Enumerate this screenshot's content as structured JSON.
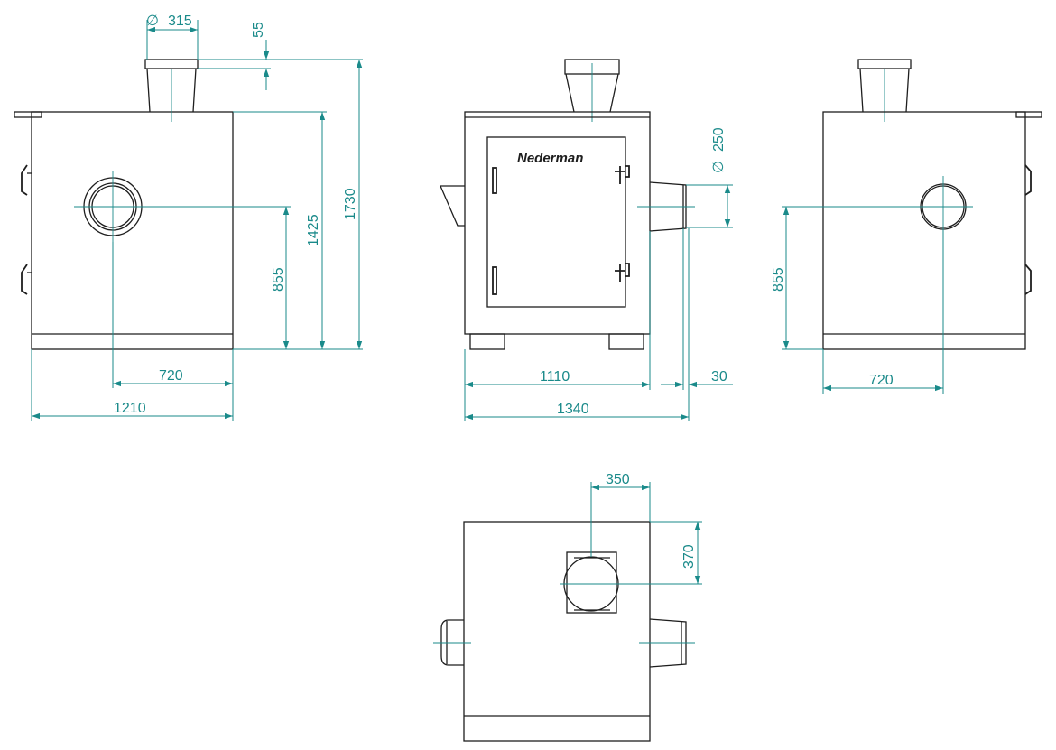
{
  "brand": "Nederman",
  "colors": {
    "dimension": "#1a8a8a",
    "outline": "#1e1e1e",
    "background": "#ffffff"
  },
  "dimensions": {
    "left_view": {
      "outlet_diameter": "315",
      "outlet_height": "55",
      "total_height": "1730",
      "body_height": "1425",
      "inlet_center_height": "855",
      "inlet_offset": "720",
      "width": "1210"
    },
    "front_view": {
      "outlet_diameter": "250",
      "body_width": "1110",
      "outlet_protrusion": "30",
      "total_width": "1340"
    },
    "right_view": {
      "inlet_center_height": "855",
      "inlet_offset": "720"
    },
    "top_view": {
      "flange_width": "350",
      "flange_offset": "370"
    }
  }
}
